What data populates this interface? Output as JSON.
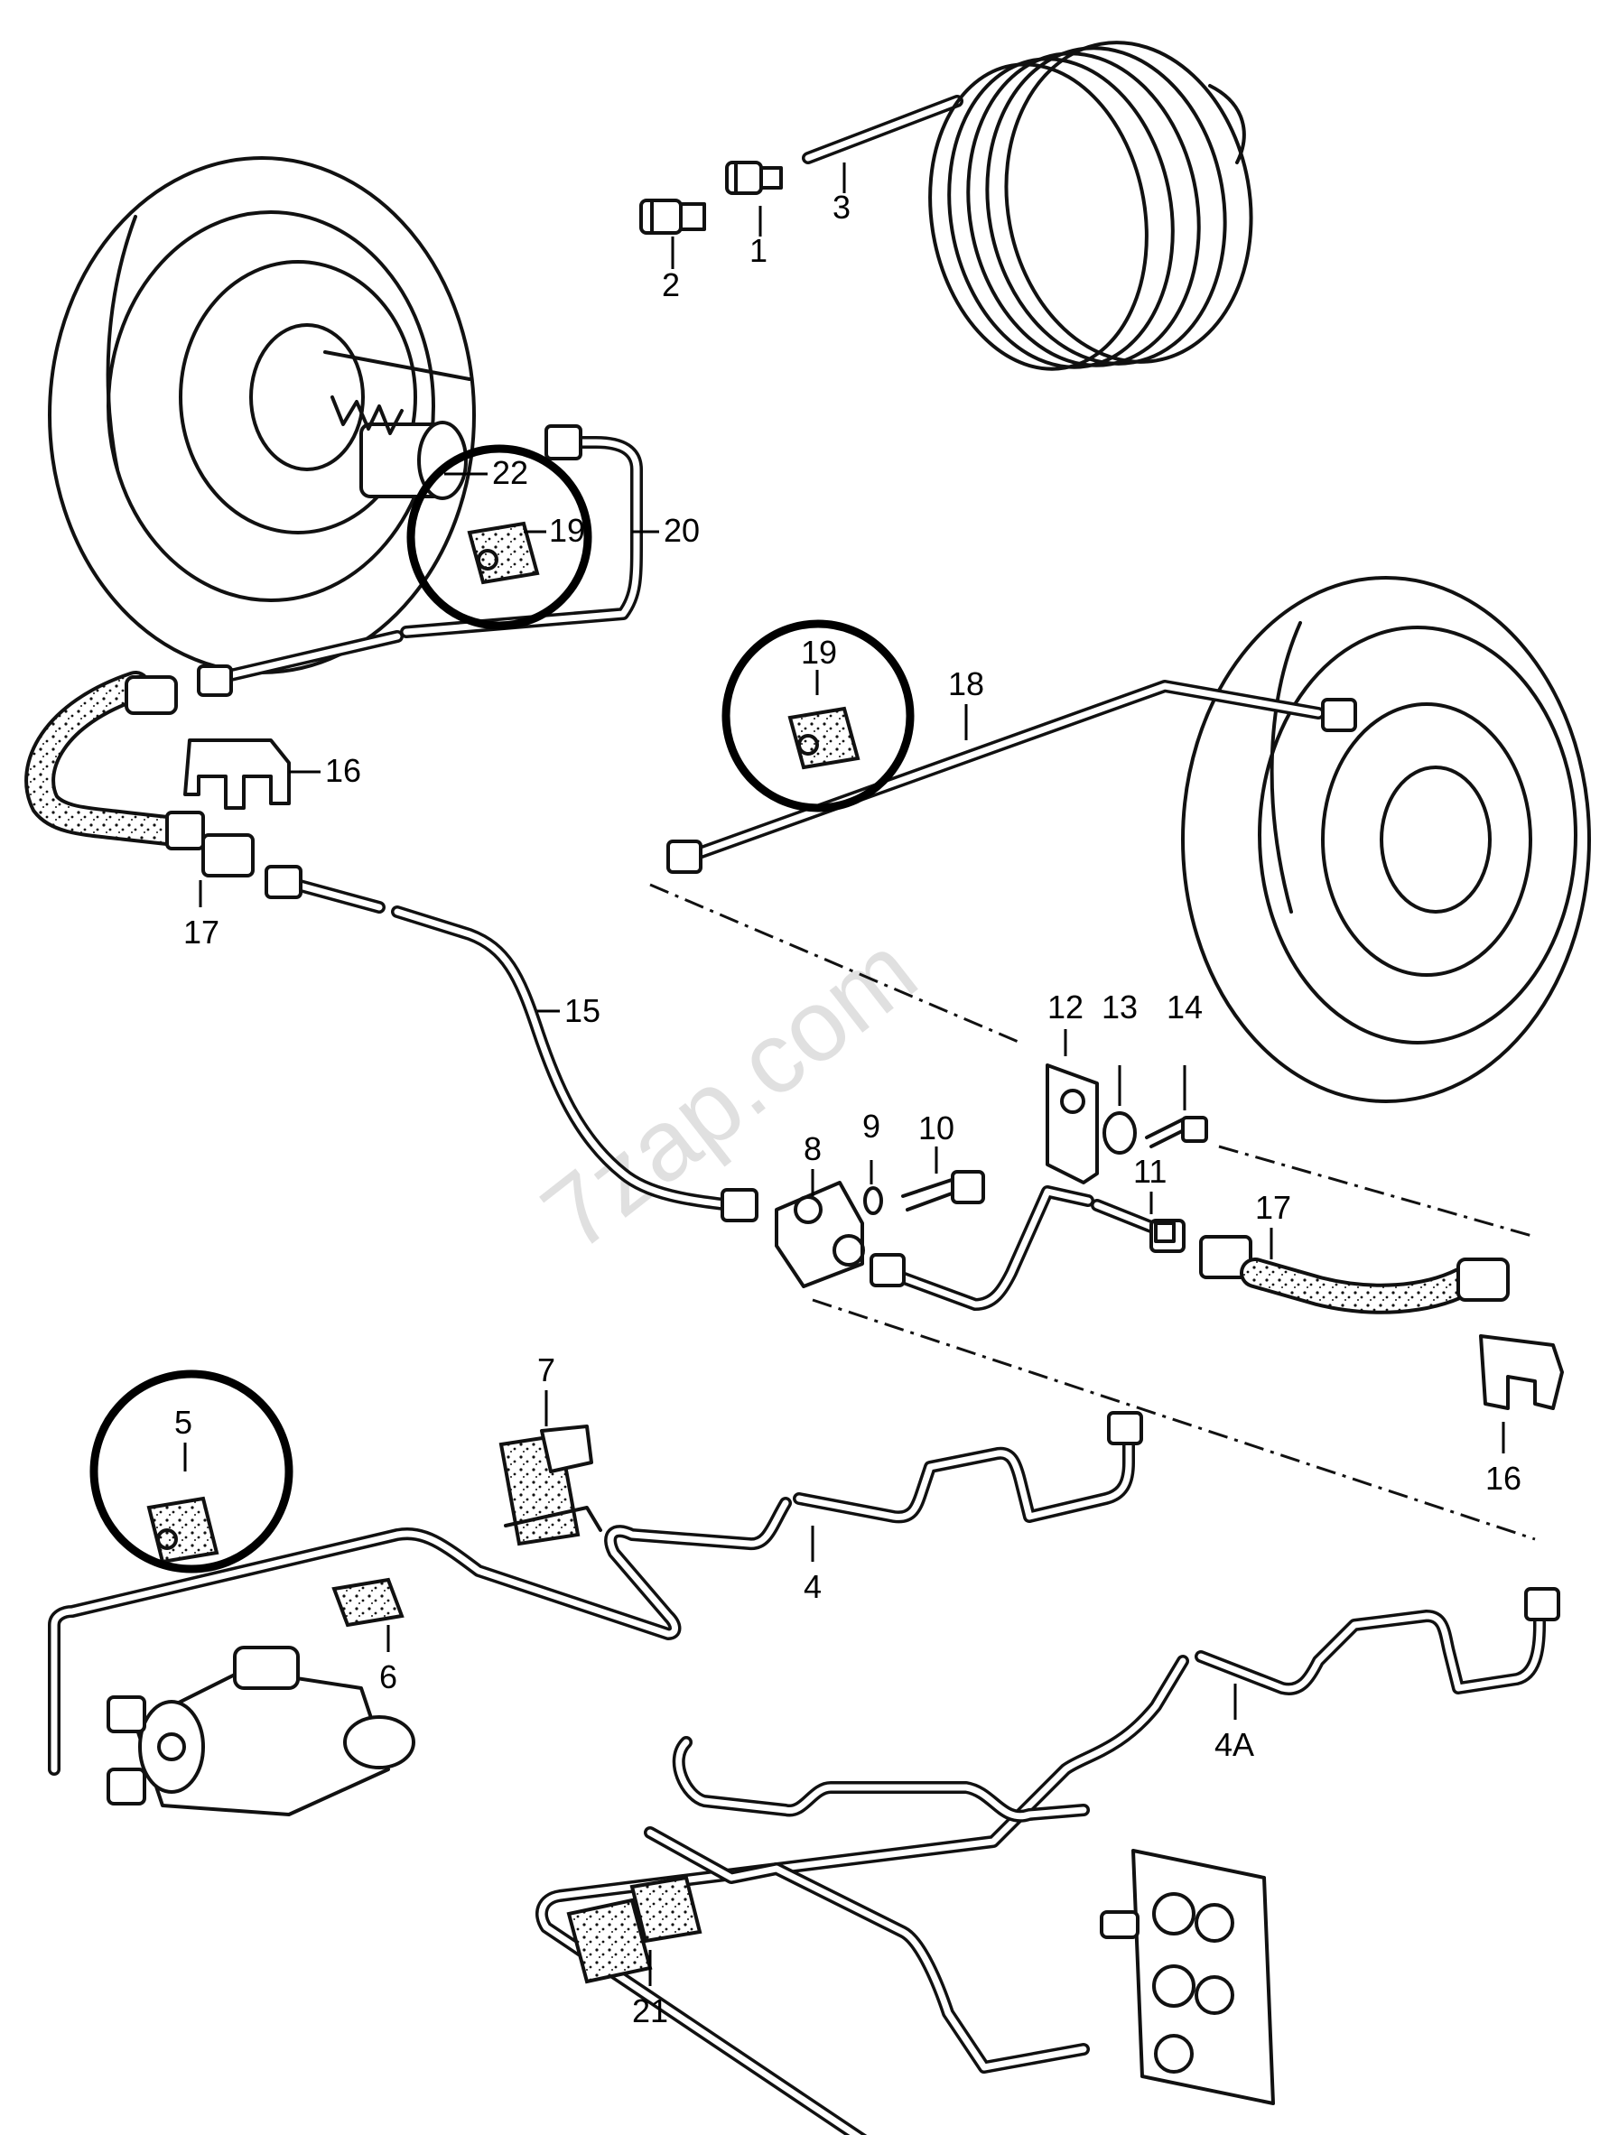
{
  "diagram": {
    "watermark": "7zap.com",
    "callouts": {
      "c1": "1",
      "c2": "2",
      "c3": "3",
      "c4": "4",
      "c4a": "4A",
      "c5": "5",
      "c6": "6",
      "c7": "7",
      "c8": "8",
      "c9": "9",
      "c10": "10",
      "c11": "11",
      "c12": "12",
      "c13": "13",
      "c14": "14",
      "c15": "15",
      "c16a": "16",
      "c16b": "16",
      "c17a": "17",
      "c17b": "17",
      "c18": "18",
      "c19a": "19",
      "c19b": "19",
      "c20": "20",
      "c21": "21",
      "c22": "22"
    }
  }
}
